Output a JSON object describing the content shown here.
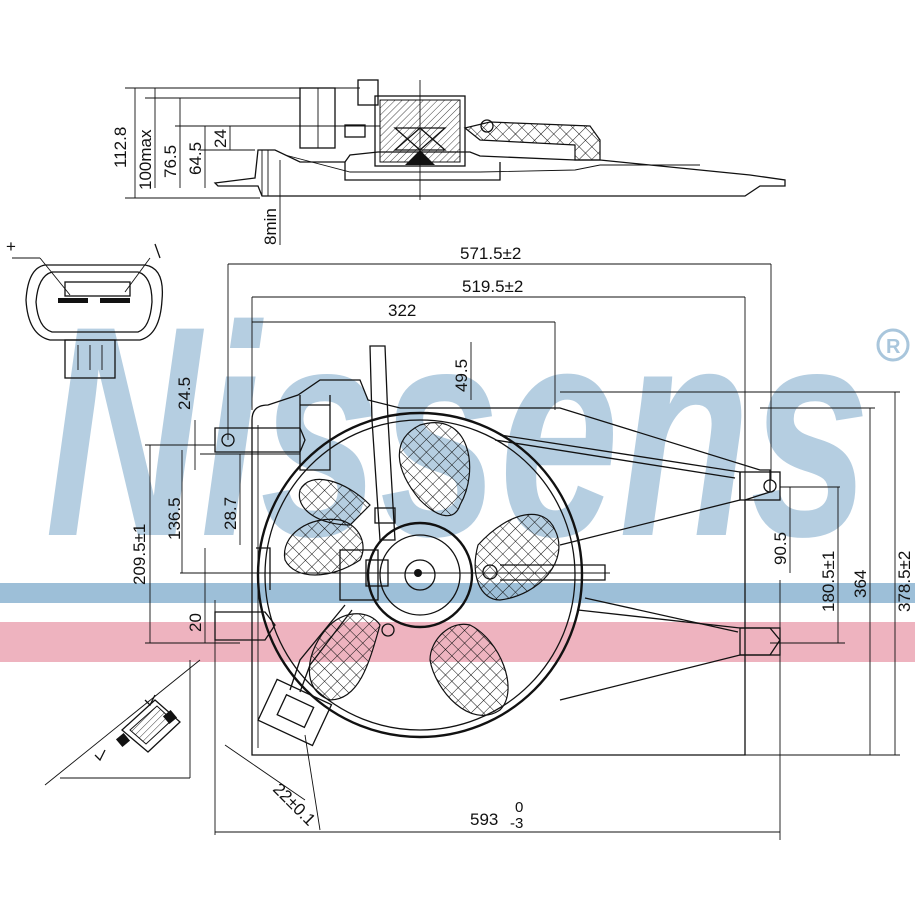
{
  "brand": {
    "watermark": "Nissens",
    "registered_mark": "®",
    "watermark_color": "#a9c6dc",
    "band_blue": "#9dbfd8",
    "band_pink": "#e89aaa"
  },
  "side_view_dimensions": {
    "total_height": "112.8",
    "max_height": "100max",
    "d76": "76.5",
    "d64": "64.5",
    "d24": "24",
    "min_gap": "8min"
  },
  "connector": {
    "plus": "+",
    "minus": "—"
  },
  "front_view_dimensions": {
    "overall_width_outer": "571.5±2",
    "overall_width_inner": "519.5±2",
    "to_center": "322",
    "top_offset": "49.5",
    "left_top": "24.5",
    "left_mount": "28.7",
    "left_136": "136.5",
    "left_209": "209.5±1",
    "left_20": "20",
    "right_90": "90.5",
    "right_180": "180.5±1",
    "right_364": "364",
    "right_378": "378.5±2",
    "bottom_width": "593",
    "bottom_tol_upper": "0",
    "bottom_tol_lower": "-3",
    "resistor_offset": "22±0.1"
  }
}
